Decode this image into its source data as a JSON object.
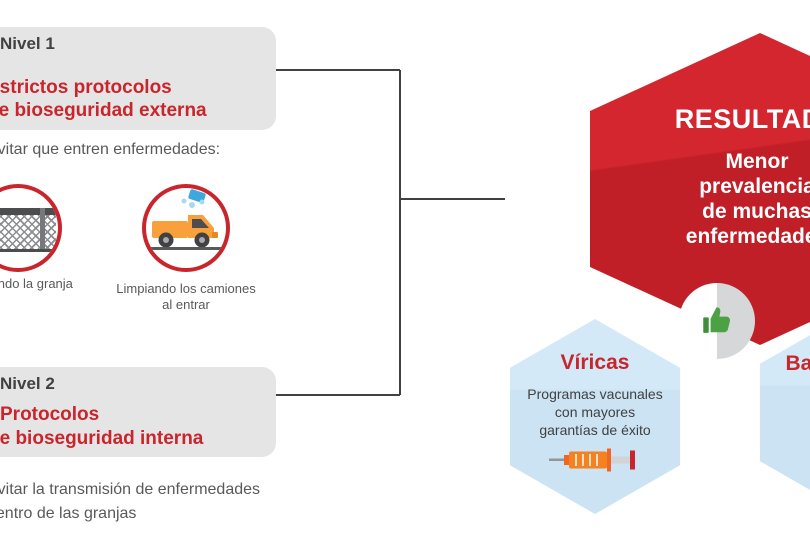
{
  "level1": {
    "title": "Nivel 1",
    "heading_line1": "Estrictos protocolos",
    "heading_line2": "de bioseguridad externa",
    "description": "Evitar que entren enfermedades:",
    "items": [
      {
        "icon": "fence-icon",
        "caption": "Cercando la granja"
      },
      {
        "icon": "truck-cleaning-icon",
        "caption_line1": "Limpiando los camiones",
        "caption_line2": "al entrar"
      }
    ]
  },
  "level2": {
    "title": "Nivel 2",
    "heading_line1": "Protocolos",
    "heading_line2": "de bioseguridad interna",
    "description_line1": "Evitar la transmisión de enfermedades",
    "description_line2": "dentro de las granjas"
  },
  "result": {
    "title": "RESULTADO",
    "line1": "Menor",
    "line2": "prevalencia",
    "line3": "de muchas",
    "line4": "enfermedades",
    "icon": "thumbs-up-icon"
  },
  "viricas": {
    "title": "Víricas",
    "line1": "Programas vacunales",
    "line2": "con mayores",
    "line3": "garantías de éxito",
    "icon": "syringe-icon"
  },
  "bacterianas": {
    "title": "Bacterianas"
  },
  "colors": {
    "brand_red": "#c9252c",
    "hex_red_top": "#d4262f",
    "hex_red_bottom": "#c11f27",
    "light_blue": "#cfe4f3",
    "box_gray": "#e5e5e5",
    "text_dark": "#414042",
    "text_body": "#58595b",
    "thumb_green": "#4ba143",
    "truck_orange": "#f8a13c",
    "syringe_orange": "#f58220"
  }
}
